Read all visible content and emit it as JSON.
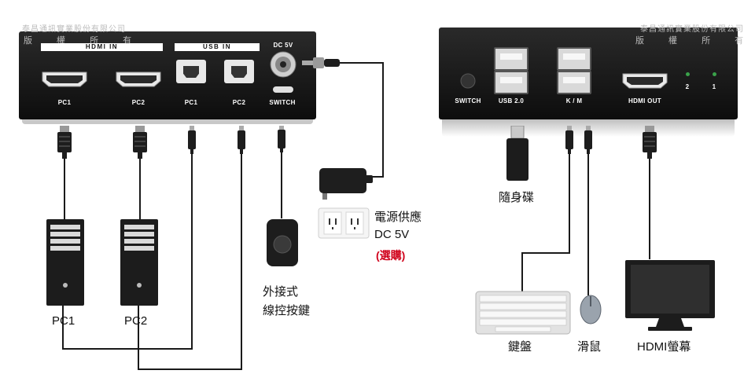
{
  "watermark": {
    "company": "泰昌通訊實業股份有限公司",
    "rights": "版 權 所 有"
  },
  "left_device": {
    "group_hdmi_in": "HDMI IN",
    "group_usb_in": "USB IN",
    "dc_label": "DC 5V",
    "ports": [
      "PC1",
      "PC2",
      "PC1",
      "PC2",
      "SWITCH"
    ]
  },
  "right_device": {
    "switch_label": "SWITCH",
    "usb_label": "USB 2.0",
    "km_label": "K / M",
    "hdmi_out_label": "HDMI OUT",
    "led_2": "2",
    "led_1": "1"
  },
  "captions": {
    "power_line1": "電源供應",
    "power_line2": "DC 5V",
    "power_line3": "(選購)",
    "remote_line1": "外接式",
    "remote_line2": "線控按鍵",
    "pc1": "PC1",
    "pc2": "PC2",
    "usb_drive": "隨身碟",
    "keyboard": "鍵盤",
    "mouse": "滑鼠",
    "monitor": "HDMI螢幕"
  },
  "colors": {
    "optional_text": "#d0021b",
    "device_body": "#1a1a1a",
    "cable": "#1a1a1a"
  }
}
